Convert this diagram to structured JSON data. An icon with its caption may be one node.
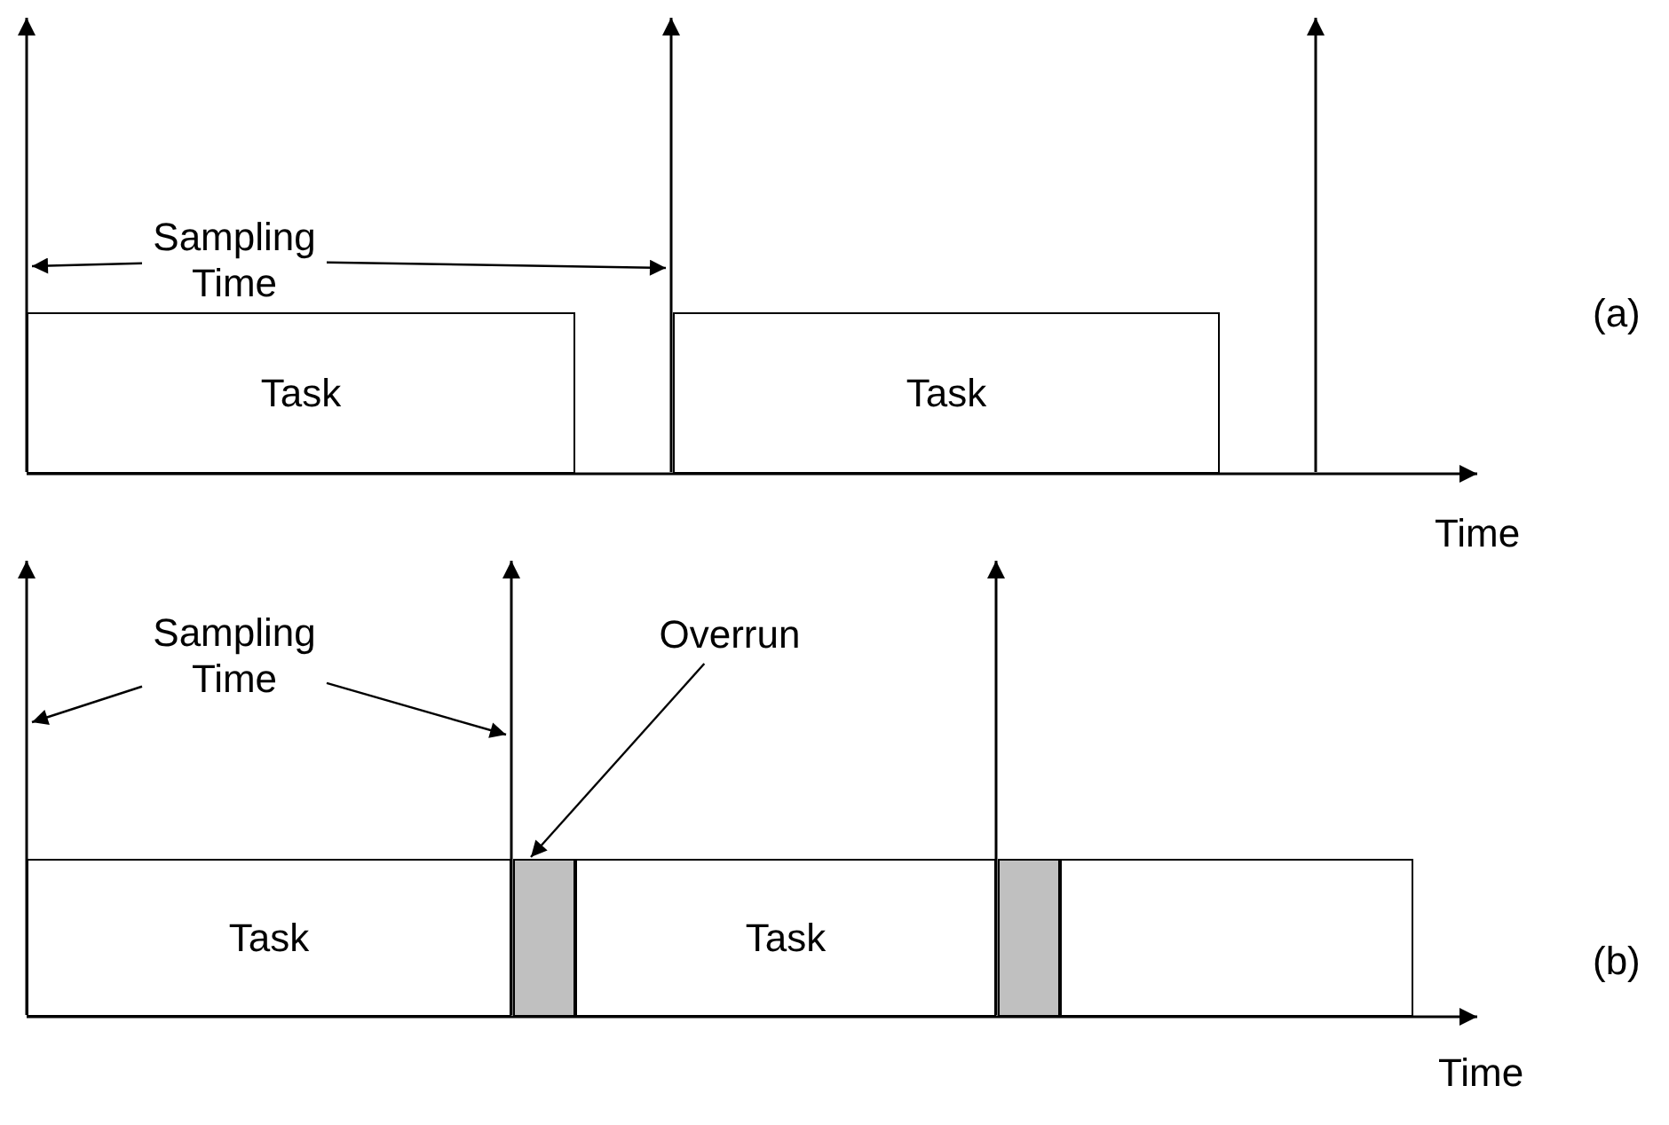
{
  "diagram": {
    "nodes": [
      {
        "text": [
          "Sampling Time"
        ]
      },
      {
        "text": [],
        "shape": "line"
      },
      {
        "text": [],
        "shape": "line"
      },
      {
        "text": [],
        "shape": "line"
      },
      {
        "text": [
          "Task"
        ]
      },
      {
        "text": [
          "Task"
        ]
      },
      {
        "text": [
          "Sampling Time"
        ]
      },
      {
        "text": [
          "Overrun"
        ]
      },
      {
        "text": [],
        "shape": "line"
      },
      {
        "text": [],
        "shape": "line"
      },
      {
        "text": [],
        "shape": "line"
      },
      {
        "text": [
          "Task"
        ]
      },
      {
        "text": [],
        "shape": "box"
      },
      {
        "text": [
          "Task"
        ]
      },
      {
        "text": [],
        "shape": "box"
      },
      {
        "text": [],
        "shape": "box"
      }
    ],
    "edges": [
      {
        "from": 0,
        "to": 1,
        "arrow": "to"
      },
      {
        "from": 0,
        "to": 2,
        "arrow": "to"
      },
      {
        "from": 6,
        "to": 8,
        "arrow": "to"
      },
      {
        "from": 6,
        "to": 9,
        "arrow": "to"
      },
      {
        "from": 7,
        "to": 12,
        "arrow": "to"
      }
    ],
    "labels": [
      "(a)",
      "Time",
      "(b)",
      "Time"
    ]
  }
}
